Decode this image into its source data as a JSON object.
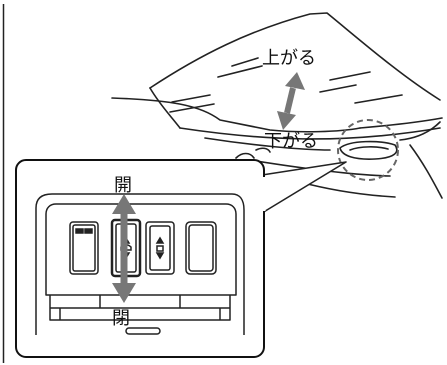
{
  "diagram": {
    "labels": {
      "raise": "上がる",
      "lower": "下がる",
      "open_top": "開",
      "close_bottom": "閉"
    }
  }
}
